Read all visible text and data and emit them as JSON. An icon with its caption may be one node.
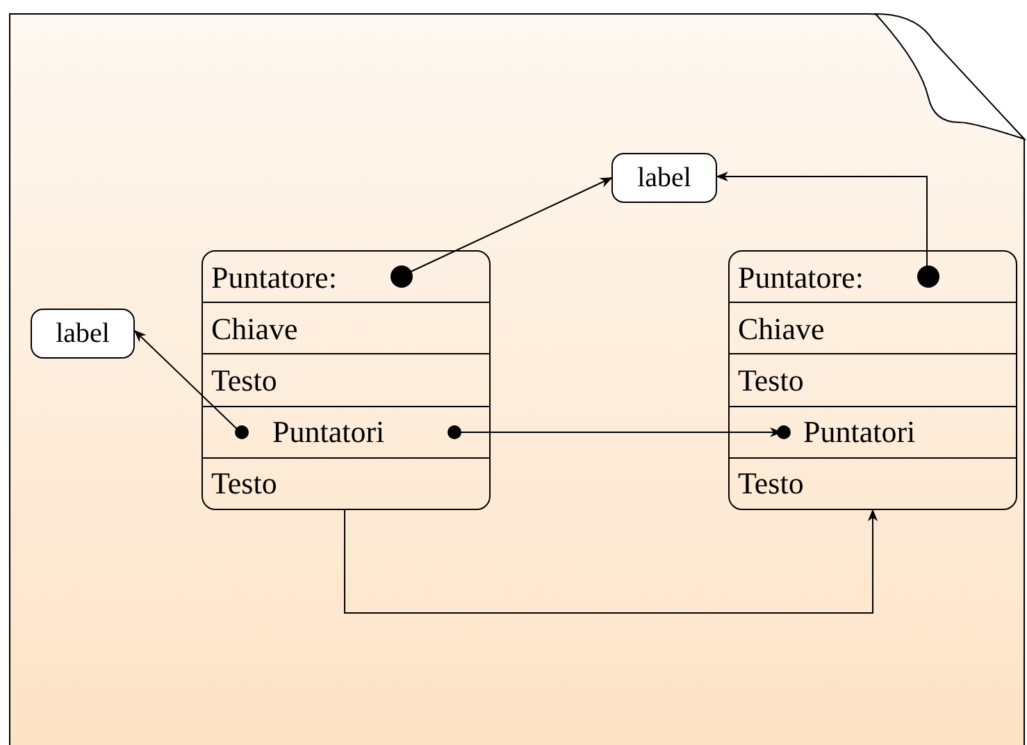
{
  "diagram": {
    "nodes": [
      {
        "text": [
          "label"
        ]
      },
      {
        "text": [],
        "shape": "box"
      },
      {
        "text": [
          "Puntatore:"
        ],
        "in": 1
      },
      {
        "text": [
          "Chiave"
        ],
        "in": 1
      },
      {
        "text": [
          "Testo"
        ],
        "in": 1
      },
      {
        "text": [
          "Puntatori"
        ],
        "in": 1
      },
      {
        "text": [
          "Testo"
        ],
        "in": 1
      },
      {
        "text": [],
        "shape": "box"
      },
      {
        "text": [
          "Puntatore:"
        ],
        "in": 7
      },
      {
        "text": [
          "Chiave"
        ],
        "in": 7
      },
      {
        "text": [
          "Testo"
        ],
        "in": 7
      },
      {
        "text": [
          "Puntatori"
        ],
        "in": 7
      },
      {
        "text": [
          "Testo"
        ],
        "in": 7
      },
      {
        "text": [
          "label"
        ]
      }
    ],
    "edges": [
      {
        "from": 2,
        "to": 0,
        "arrow": "to"
      },
      {
        "from": 8,
        "to": 0,
        "arrow": "to"
      },
      {
        "from": 5,
        "to": 13,
        "arrow": "to"
      },
      {
        "from": 5,
        "to": 11,
        "arrow": "to"
      },
      {
        "from": 1,
        "to": 7,
        "arrow": "to"
      }
    ]
  }
}
